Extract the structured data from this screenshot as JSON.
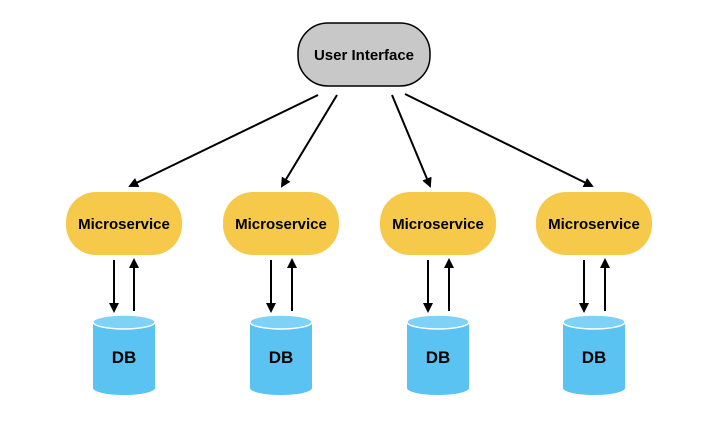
{
  "ui_node": {
    "label": "User Interface",
    "fill": "#c8c8c8"
  },
  "microservices": [
    {
      "label": "Microservice"
    },
    {
      "label": "Microservice"
    },
    {
      "label": "Microservice"
    },
    {
      "label": "Microservice"
    }
  ],
  "databases": [
    {
      "label": "DB"
    },
    {
      "label": "DB"
    },
    {
      "label": "DB"
    },
    {
      "label": "DB"
    }
  ],
  "colors": {
    "microservice_fill": "#f7c94a",
    "db_fill": "#5bc3f2",
    "db_top": "#7ed2f7",
    "stroke": "#000000"
  }
}
